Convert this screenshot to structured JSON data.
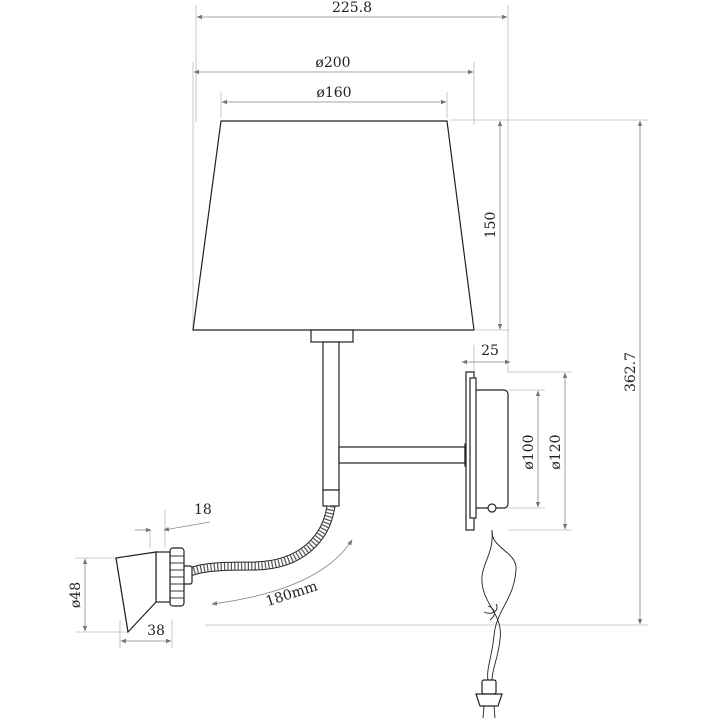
{
  "drawing": {
    "dimensions": {
      "overall_width": "225.8",
      "shade_bottom_diameter": "ø200",
      "shade_top_diameter": "ø160",
      "shade_height": "150",
      "overall_height": "362.7",
      "base_depth": "25",
      "base_inner_diameter": "ø100",
      "base_outer_diameter": "ø120",
      "reading_light_ring": "18",
      "reading_light_diameter": "ø48",
      "reading_light_length": "38",
      "flex_arm_length": "180mm"
    }
  }
}
